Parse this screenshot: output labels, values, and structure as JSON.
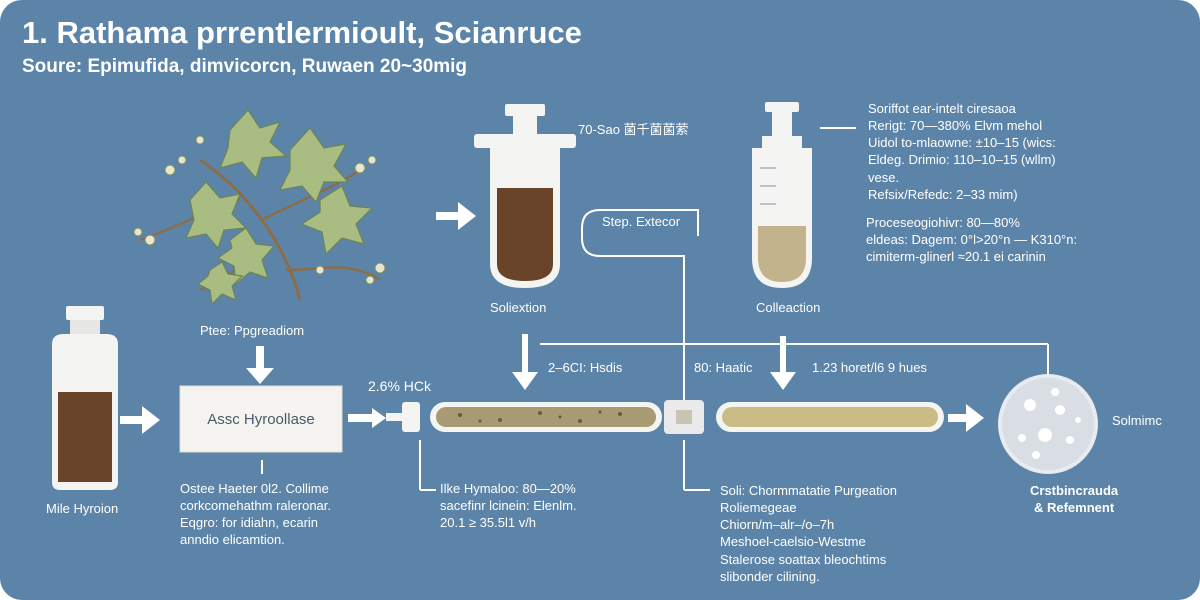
{
  "header": {
    "title": "1. Rathama prrentlermioult, Scianruce",
    "subtitle": "Soure: Epimufida, dimvicorcn, Ruwaen 20~30mig"
  },
  "stages": {
    "raw_bottle_label": "Mile Hyroion",
    "pretreat_label": "Ptee: Ppgreadiom",
    "hydrolysis_box": "Assc Hyroollase",
    "hydrolysis_notes": [
      "Ostee Haeter 0l2. Collime",
      "corkcomehathm raleronar.",
      "Eqgro: for idiahn, ecarin",
      "anndio elicamtion."
    ],
    "acid_label": "2.6% HCk",
    "extract_top_label": "70-Sao 菌千菌菌萦",
    "extraction_label": "Soliextion",
    "step_label": "Step. Extecor",
    "collection_label": "Colleaction",
    "collection_notes": [
      "Soriffot ear-intelt ciresaoa",
      "Rerigt: 70—380% Elvm mehol",
      "Uidol to-mlaowne: ±10–15 (wics:",
      "Eldeg. Drimio: 110–10–15 (wllm)",
      "vese.",
      "Refsix/Refedc: 2–33 mim)"
    ],
    "process_notes": [
      "Proceseogiohivr: 80—80%",
      "eldeas: Dagem: 0°l>20°n — K310°n:",
      "cimiterm-glinerl ≈20.1 ei carinin"
    ],
    "hsds_label": "2–6CI: Hsdis",
    "heate_label": "80: Haatic",
    "hours_label": "1.23 horet/l6 9 hues",
    "hydrolysis_cond": [
      "Ilke Hymaloo: 80—20%",
      "sacefinr lcinein: Elenlm.",
      "20.1 ≥ 35.5l1 v/h"
    ],
    "purification_notes": [
      "Soli: Chormmatatie Purgeation",
      "Roliemegeae",
      "Chiorn/m–alr–/o–7h",
      "Meshoel-caelsio-Westme",
      "Stalerose soattax bleochtims",
      "slibonder cilining."
    ],
    "solvent_label": "Solmimc",
    "final_label": [
      "Crstbincrauda",
      "& Refemnent"
    ]
  },
  "colors": {
    "background": "#5b84a8",
    "brown_liquid": "#6a4429",
    "tan_liquid": "#c2b38c",
    "bottle_glass": "#f4f4f2",
    "line": "#ffffff",
    "leaf": "#a9bc82"
  },
  "icons": [
    "plant-icon",
    "bottle-icon",
    "syringe-icon",
    "column-tube-icon",
    "crystal-icon"
  ]
}
